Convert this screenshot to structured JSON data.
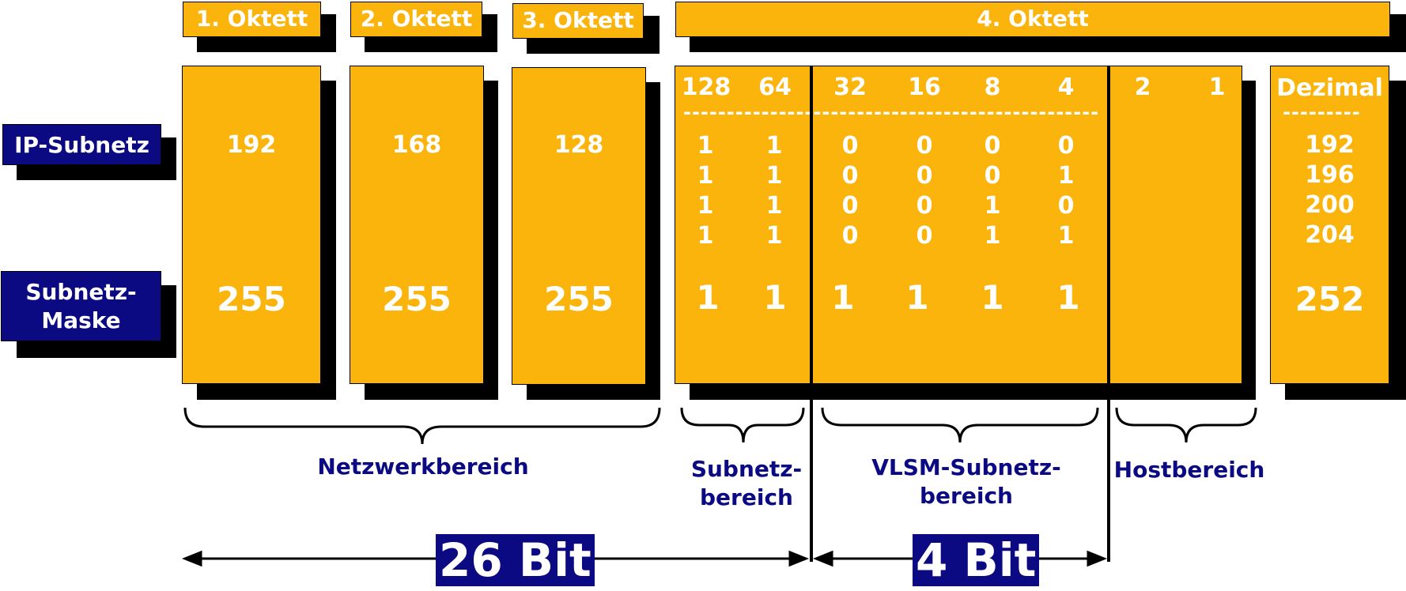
{
  "octets": {
    "o1": "1. Oktett",
    "o2": "2. Oktett",
    "o3": "3. Oktett",
    "o4": "4. Oktett"
  },
  "rows": {
    "ip_label": "IP-Subnetz",
    "mask_label_1": "Subnetz-",
    "mask_label_2": "Maske"
  },
  "ip_values": [
    "192",
    "168",
    "128"
  ],
  "mask_values": [
    "255",
    "255",
    "255"
  ],
  "bit_headers": [
    "128",
    "64",
    "32",
    "16",
    "8",
    "4",
    "2",
    "1"
  ],
  "dezimal_header": "Dezimal",
  "dash_line": "------------------------------------------------",
  "dezimal_dash": "---------",
  "bit_rows": [
    [
      "1",
      "1",
      "0",
      "0",
      "0",
      "0"
    ],
    [
      "1",
      "1",
      "0",
      "0",
      "0",
      "1"
    ],
    [
      "1",
      "1",
      "0",
      "0",
      "1",
      "0"
    ],
    [
      "1",
      "1",
      "0",
      "0",
      "1",
      "1"
    ]
  ],
  "dezimal_values": [
    "192",
    "196",
    "200",
    "204"
  ],
  "mask_bits": [
    "1",
    "1",
    "1",
    "1",
    "1",
    "1"
  ],
  "mask_dezimal": "252",
  "brace_labels": {
    "netz": "Netzwerkbereich",
    "subnetz_1": "Subnetz-",
    "subnetz_2": "bereich",
    "vlsm_1": "VLSM-Subnetz-",
    "vlsm_2": "bereich",
    "host": "Hostbereich"
  },
  "bits": {
    "left": "26 Bit",
    "right": "4 Bit"
  },
  "colors": {
    "octet_fill": "#fbb40c",
    "label_fill": "#0b0a83",
    "shadow": "#000000"
  }
}
